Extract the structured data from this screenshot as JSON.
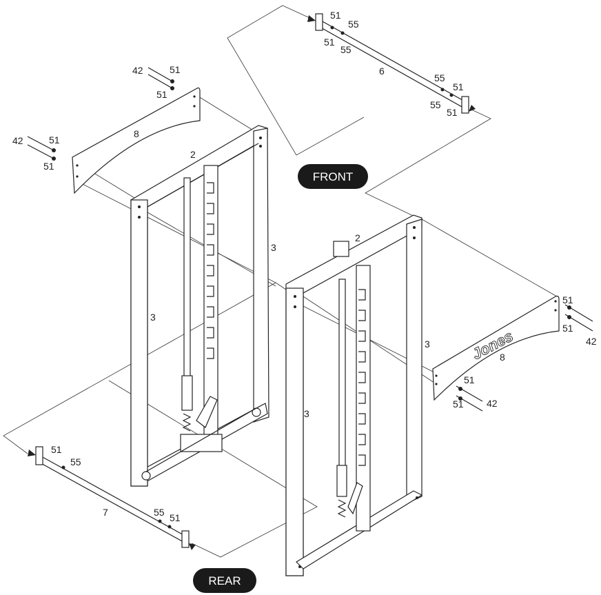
{
  "diagram": {
    "orientation_labels": {
      "front": "FRONT",
      "rear": "REAR"
    },
    "logo_text": "Jones",
    "part_labels": {
      "top_bar_bolt_a": "51",
      "top_bar_washer_a": "55",
      "top_bar_bolt_b": "51",
      "top_bar_washer_b": "55",
      "top_bar_number": "6",
      "top_bar_washer_c": "55",
      "top_bar_bolt_c": "51",
      "top_bar_washer_d": "55",
      "top_bar_bolt_d": "51",
      "left_panel_screw_a": "42",
      "left_panel_washer_a": "51",
      "left_panel_washer_b": "51",
      "left_panel_screw_b": "42",
      "left_panel_washer_c": "51",
      "left_panel_washer_d": "51",
      "left_panel_number": "8",
      "left_frame_top_number": "2",
      "left_frame_upright_right": "3",
      "left_frame_upright_left": "3",
      "right_frame_top_number": "2",
      "right_frame_upright_left": "3",
      "right_frame_upright_inner": "3",
      "right_panel_washer_a": "51",
      "right_panel_washer_b": "51",
      "right_panel_screw_a": "42",
      "right_panel_number": "8",
      "right_panel_washer_c": "51",
      "right_panel_washer_d": "51",
      "right_panel_screw_b": "42",
      "bottom_bar_washer_a": "51",
      "bottom_bar_washer_b": "55",
      "bottom_bar_number": "7",
      "bottom_bar_washer_c": "55",
      "bottom_bar_washer_d": "51"
    }
  }
}
